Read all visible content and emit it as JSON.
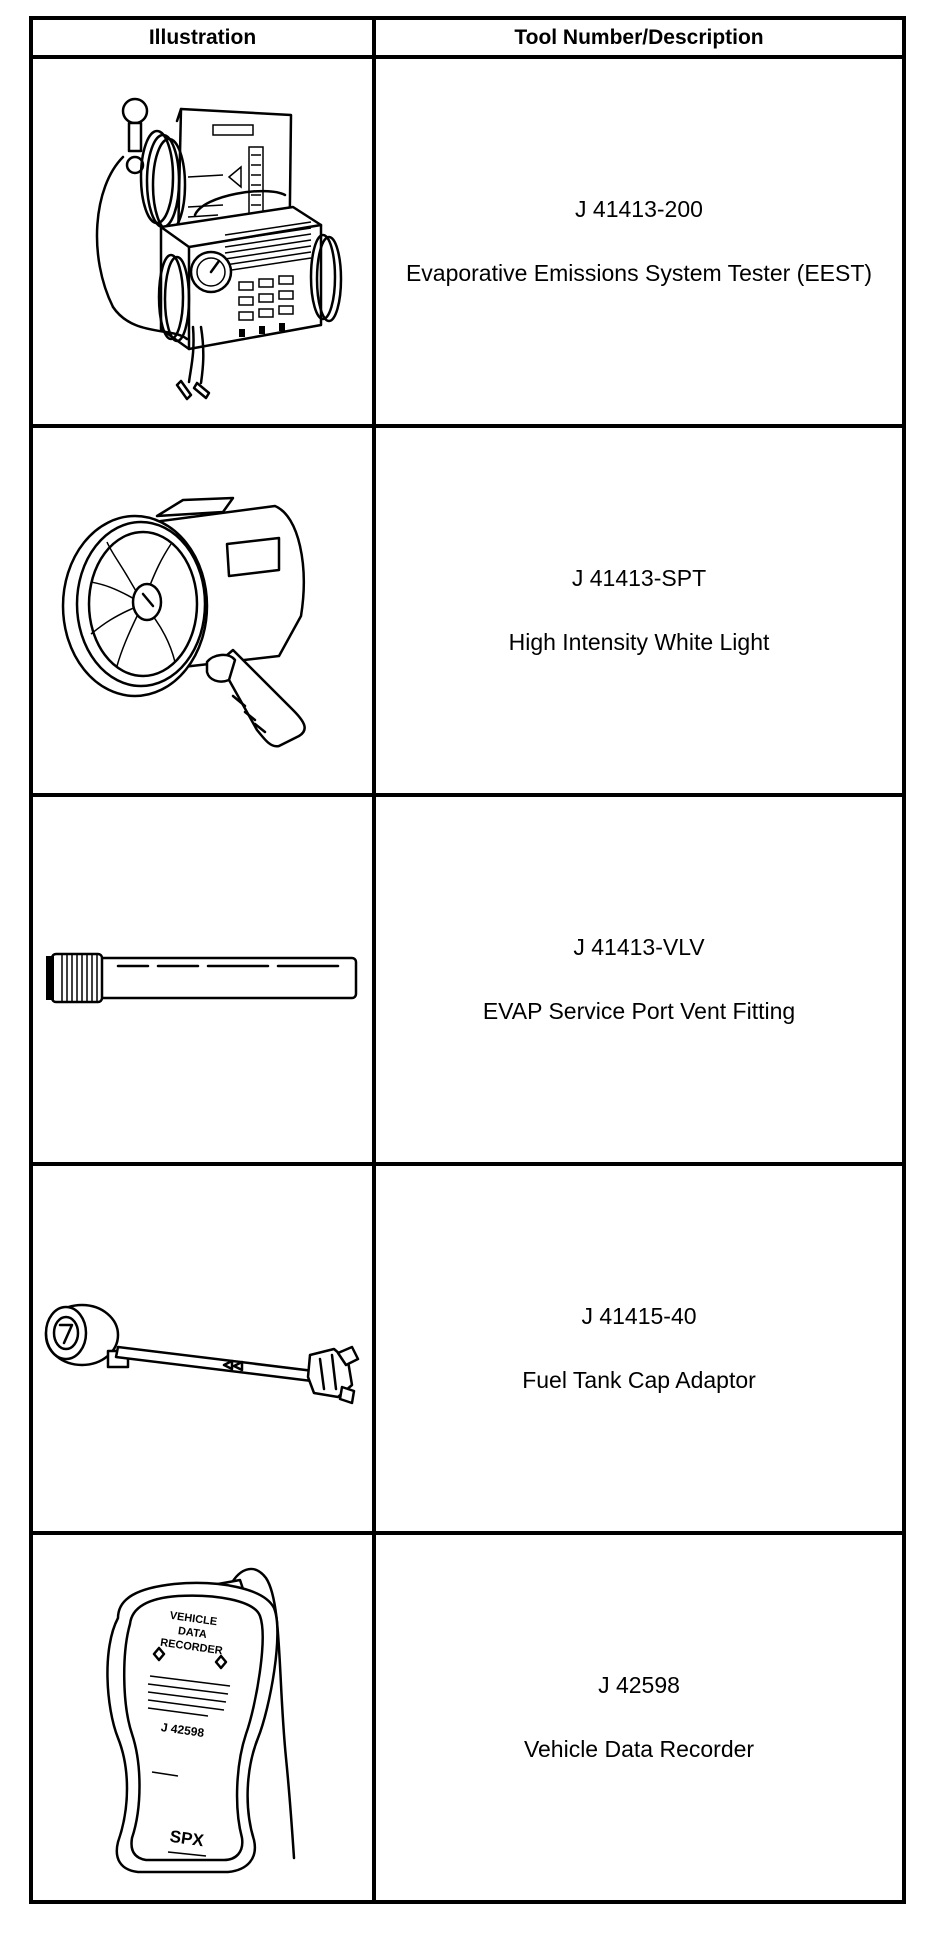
{
  "table": {
    "headers": {
      "illustration": "Illustration",
      "tool": "Tool Number/Description"
    },
    "rows": [
      {
        "icon": "evap-emissions-tester-icon",
        "number": "J 41413-200",
        "description": "Evaporative Emissions System Tester (EEST)"
      },
      {
        "icon": "spotlight-icon",
        "number": "J 41413-SPT",
        "description": "High Intensity White Light"
      },
      {
        "icon": "vent-fitting-icon",
        "number": "J 41413-VLV",
        "description": "EVAP Service Port Vent Fitting"
      },
      {
        "icon": "fuel-cap-adaptor-icon",
        "number": "J 41415-40",
        "description": "Fuel Tank Cap Adaptor"
      },
      {
        "icon": "data-recorder-icon",
        "number": "J 42598",
        "description": "Vehicle Data Recorder"
      }
    ]
  },
  "recorder_device": {
    "line1": "VEHICLE",
    "line2": "DATA",
    "line3": "RECORDER",
    "model": "J 42598",
    "brand": "SPX"
  }
}
